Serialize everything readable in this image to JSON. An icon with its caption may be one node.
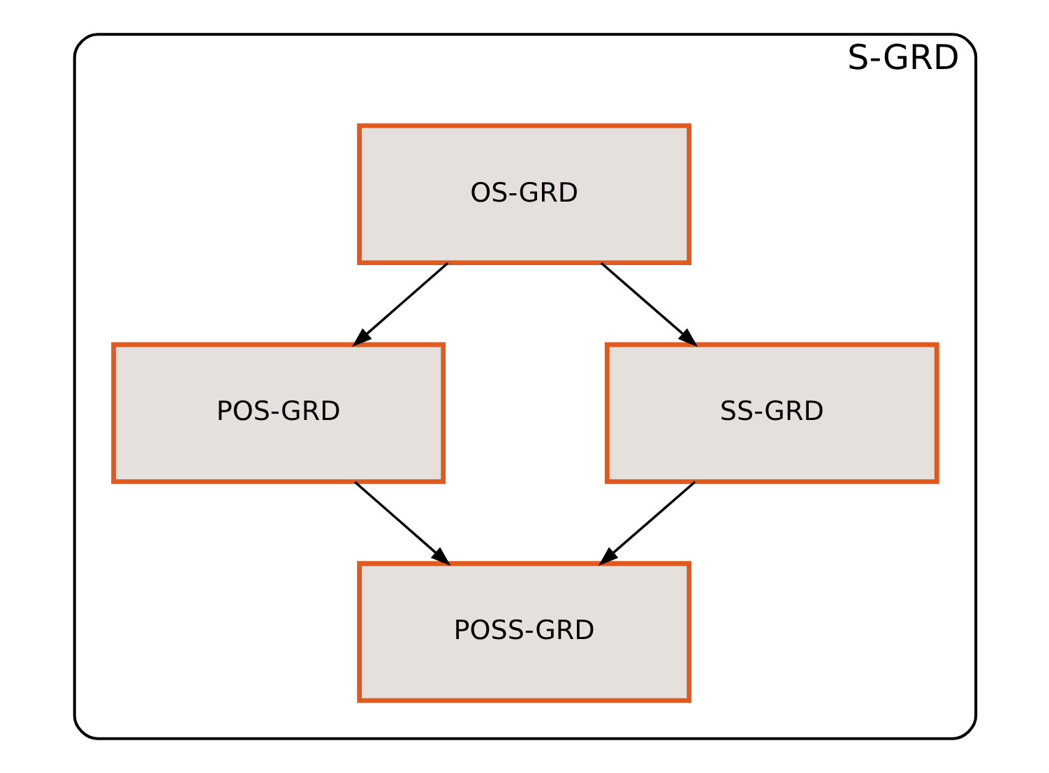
{
  "diagram": {
    "nodes": [
      {
        "text": [
          "S-GRD"
        ]
      },
      {
        "text": [
          "OS-GRD"
        ],
        "in": 0
      },
      {
        "text": [
          "POS-GRD"
        ],
        "in": 0
      },
      {
        "text": [
          "SS-GRD"
        ],
        "in": 0
      },
      {
        "text": [
          "POSS-GRD"
        ],
        "in": 0
      }
    ],
    "edges": [
      {
        "from": 1,
        "to": 2,
        "arrow": "to"
      },
      {
        "from": 1,
        "to": 3,
        "arrow": "to"
      },
      {
        "from": 2,
        "to": 4,
        "arrow": "to"
      },
      {
        "from": 3,
        "to": 4,
        "arrow": "to"
      }
    ]
  }
}
